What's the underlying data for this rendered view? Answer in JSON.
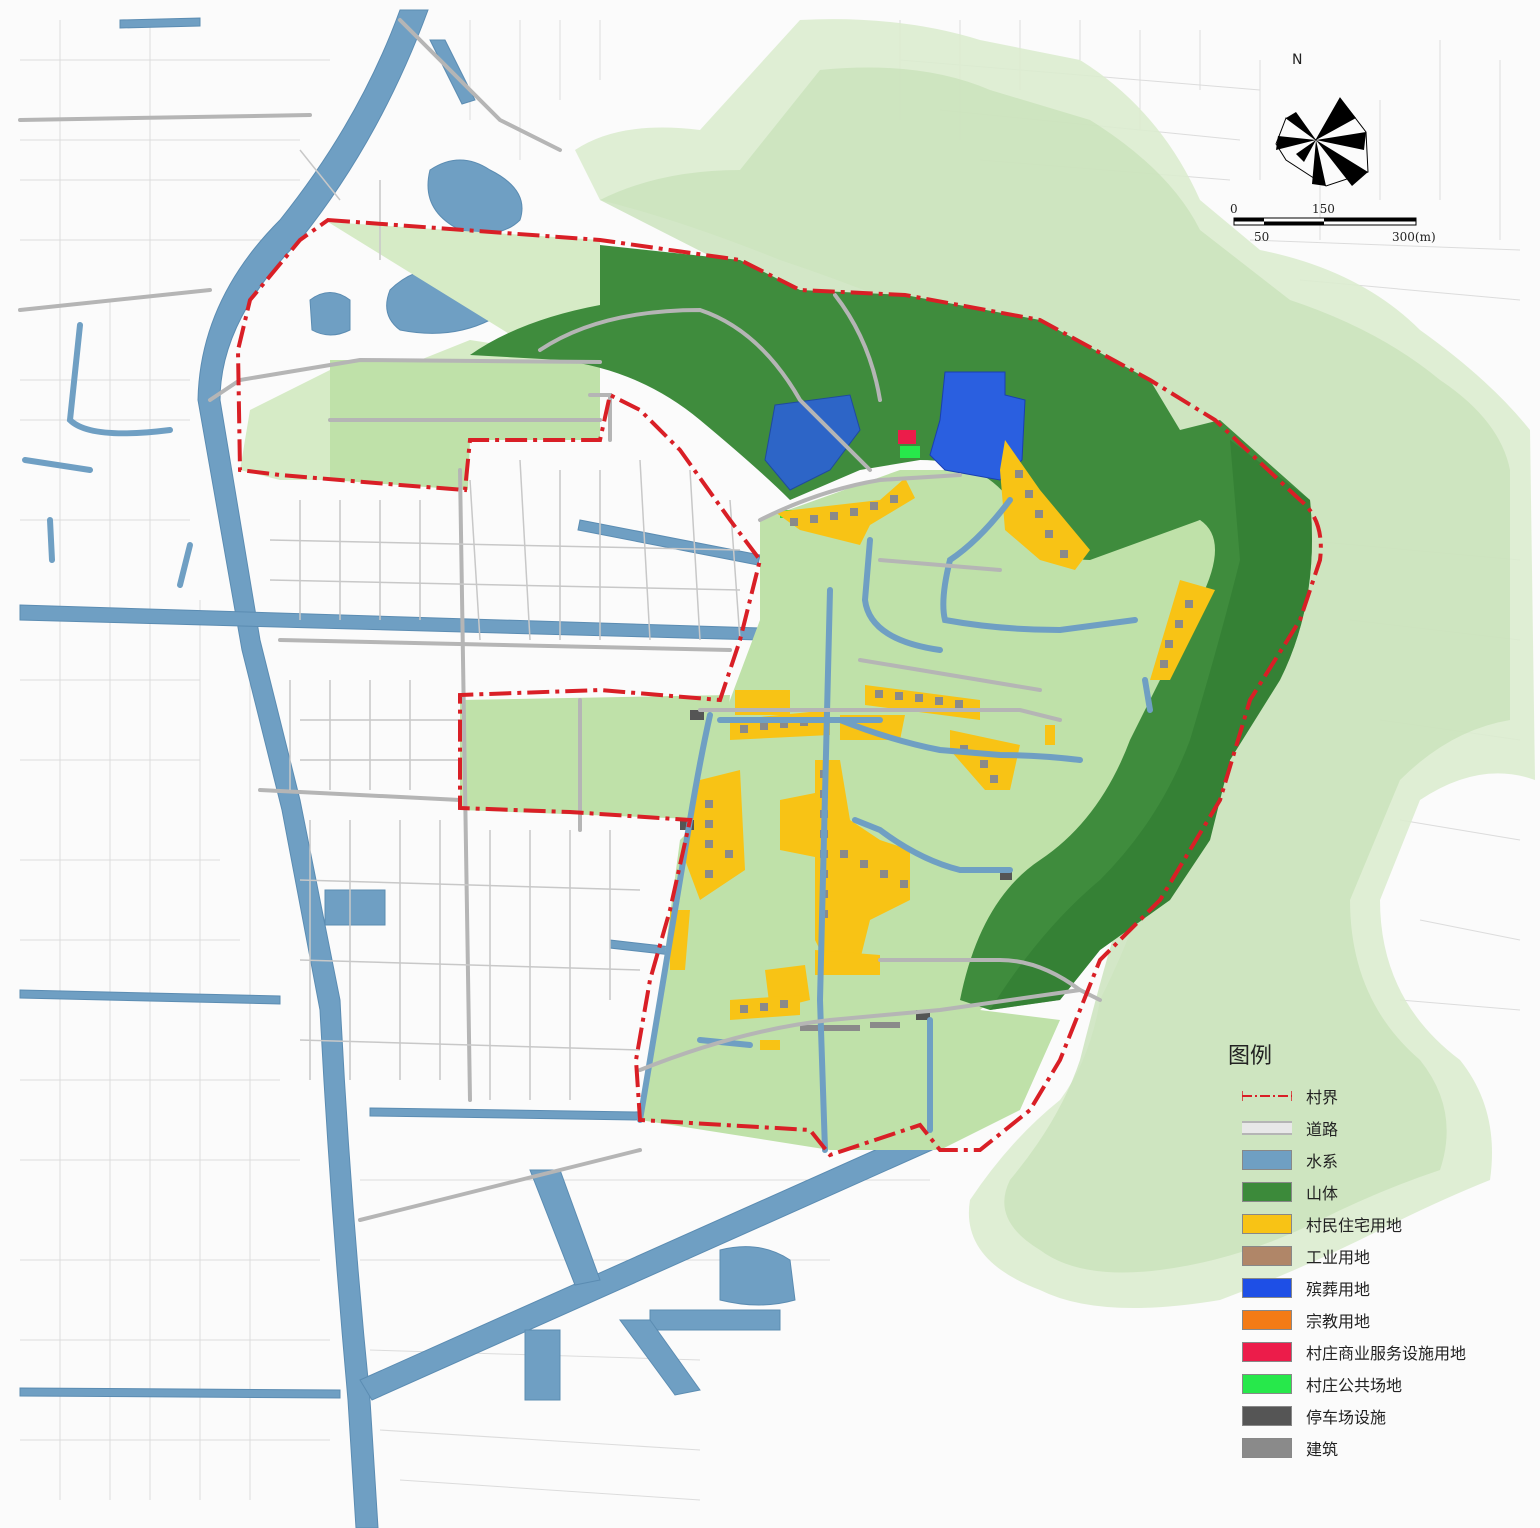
{
  "north": {
    "label": "N"
  },
  "scale_bar": {
    "top_labels": [
      "0",
      "150"
    ],
    "bottom_labels": [
      "50",
      "300(m)"
    ]
  },
  "legend": {
    "title": "图例",
    "items": [
      {
        "key": "boundary",
        "label": "村界",
        "color": "#d91f26",
        "style": "dash-dot-line"
      },
      {
        "key": "road",
        "label": "道路",
        "color": "#b5b5b5",
        "style": "double-line"
      },
      {
        "key": "water",
        "label": "水系",
        "color": "#6f9fc3",
        "style": "fill"
      },
      {
        "key": "mountain",
        "label": "山体",
        "color": "#3c8a3a",
        "style": "fill"
      },
      {
        "key": "residential",
        "label": "村民住宅用地",
        "color": "#f8c315",
        "style": "fill"
      },
      {
        "key": "industrial",
        "label": "工业用地",
        "color": "#b08668",
        "style": "fill"
      },
      {
        "key": "funeral",
        "label": "殡葬用地",
        "color": "#1e4fe6",
        "style": "fill"
      },
      {
        "key": "religious",
        "label": "宗教用地",
        "color": "#f47b16",
        "style": "fill"
      },
      {
        "key": "commercial",
        "label": "村庄商业服务设施用地",
        "color": "#ec1c4a",
        "style": "fill"
      },
      {
        "key": "public",
        "label": "村庄公共场地",
        "color": "#27e84b",
        "style": "fill"
      },
      {
        "key": "parking",
        "label": "停车场设施",
        "color": "#555555",
        "style": "fill"
      },
      {
        "key": "building",
        "label": "建筑",
        "color": "#8a8a8a",
        "style": "fill"
      }
    ]
  },
  "colors": {
    "farmland": "#bfe1a9",
    "farmland_pale": "#d6ebc6",
    "forest_halo": "#d9ead0",
    "forest_halo_inner": "#c6e0b8",
    "background_line": "#d6d6d6",
    "canal": "#6f9fc3"
  }
}
